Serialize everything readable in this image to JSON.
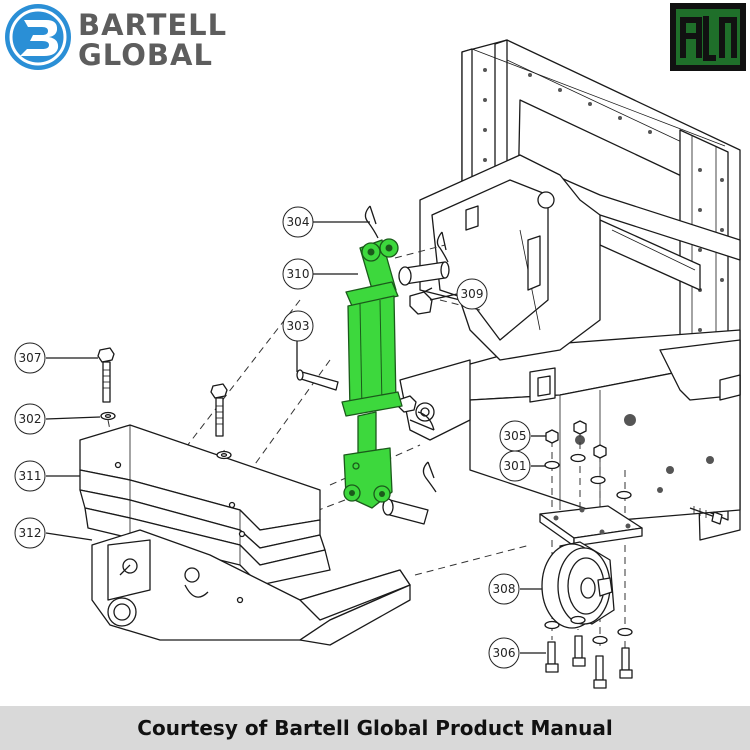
{
  "branding": {
    "logo_icon": "bartell-b-logo",
    "name_line1": "BARTELL",
    "name_line2": "GLOBAL",
    "logo_color": "#2a8fd6",
    "text_color": "#5d5d5d",
    "right_logo_icon": "aln-logo",
    "right_logo_text": "ALN",
    "right_logo_colors": [
      "#1f6f2a",
      "#111111"
    ]
  },
  "part_callouts": [
    {
      "id": "304",
      "label": "304"
    },
    {
      "id": "310",
      "label": "310"
    },
    {
      "id": "309",
      "label": "309"
    },
    {
      "id": "303",
      "label": "303"
    },
    {
      "id": "307",
      "label": "307"
    },
    {
      "id": "302",
      "label": "302"
    },
    {
      "id": "311",
      "label": "311"
    },
    {
      "id": "312",
      "label": "312"
    },
    {
      "id": "305",
      "label": "305"
    },
    {
      "id": "301",
      "label": "301"
    },
    {
      "id": "308",
      "label": "308"
    },
    {
      "id": "306",
      "label": "306"
    }
  ],
  "highlight_color": "#3dd83d",
  "footer": {
    "caption": "Courtesy of Bartell Global Product Manual"
  }
}
